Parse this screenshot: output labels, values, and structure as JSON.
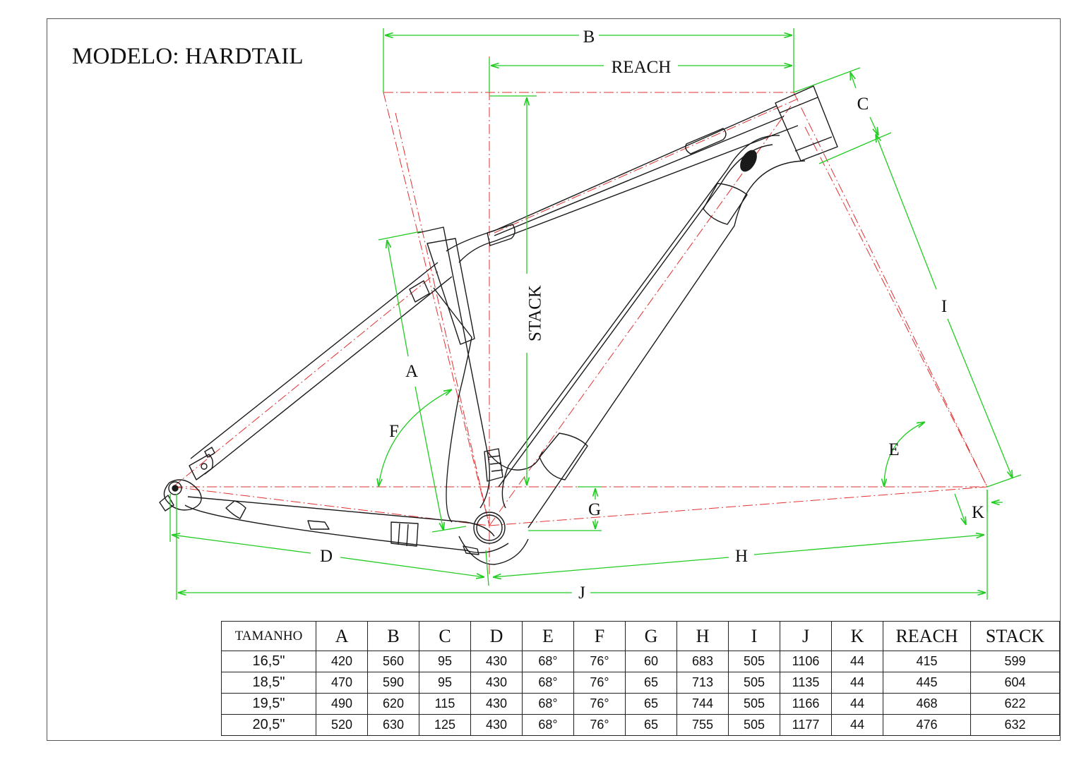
{
  "title": "MODELO: HARDTAIL",
  "labels": {
    "A": "A",
    "B": "B",
    "C": "C",
    "D": "D",
    "E": "E",
    "F": "F",
    "G": "G",
    "H": "H",
    "I": "I",
    "J": "J",
    "K": "K",
    "reach": "REACH",
    "stack": "STACK"
  },
  "colors": {
    "frame": "#1a1a1a",
    "dimension": "#22cc22",
    "centerline": "#e23030"
  },
  "table": {
    "headers": [
      "TAMANHO",
      "A",
      "B",
      "C",
      "D",
      "E",
      "F",
      "G",
      "H",
      "I",
      "J",
      "K",
      "REACH",
      "STACK"
    ],
    "rows": [
      [
        "16,5\"",
        "420",
        "560",
        "95",
        "430",
        "68°",
        "76°",
        "60",
        "683",
        "505",
        "1106",
        "44",
        "415",
        "599"
      ],
      [
        "18,5\"",
        "470",
        "590",
        "95",
        "430",
        "68°",
        "76°",
        "65",
        "713",
        "505",
        "1135",
        "44",
        "445",
        "604"
      ],
      [
        "19,5\"",
        "490",
        "620",
        "115",
        "430",
        "68°",
        "76°",
        "65",
        "744",
        "505",
        "1166",
        "44",
        "468",
        "622"
      ],
      [
        "20,5\"",
        "520",
        "630",
        "125",
        "430",
        "68°",
        "76°",
        "65",
        "755",
        "505",
        "1177",
        "44",
        "476",
        "632"
      ]
    ]
  }
}
